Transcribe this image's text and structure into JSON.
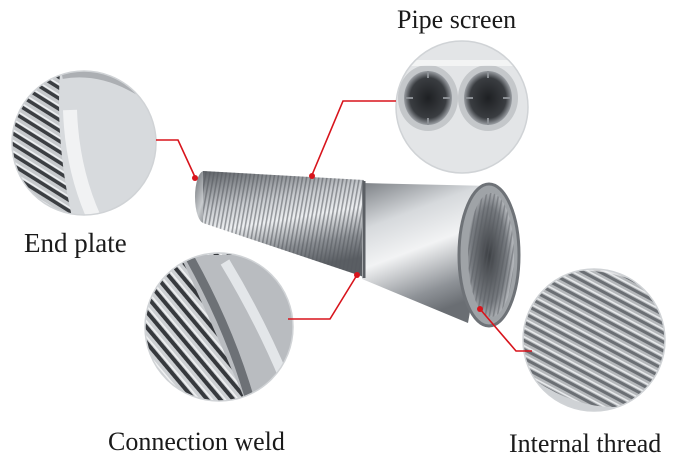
{
  "labels": {
    "pipe_screen": "Pipe screen",
    "end_plate": "End plate",
    "connection_weld": "Connection weld",
    "internal_thread": "Internal thread"
  },
  "colors": {
    "callout_line": "#d8141c",
    "label_text": "#1a1a1a",
    "steel_light": "#e4e6e8",
    "steel_mid": "#a9adb1",
    "steel_dark": "#5f6368"
  }
}
